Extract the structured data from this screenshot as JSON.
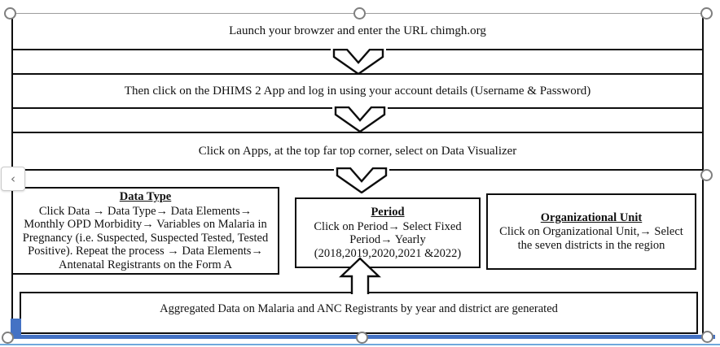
{
  "colors": {
    "accent_blue": "#4472C4",
    "light_blue": "#6FA8DC",
    "handle_gray": "#7f7f7f"
  },
  "nav": {
    "prev_icon": "‹"
  },
  "flowchart": {
    "steps": [
      {
        "text": "Launch your browzer and enter the URL chimgh.org"
      },
      {
        "text": "Then click on the DHIMS 2 App and log in using your account details (Username & Password)"
      },
      {
        "text": "Click on Apps, at the top far top corner, select on Data Visualizer"
      }
    ],
    "parameters": [
      {
        "title": "Data Type",
        "text": "Click Data → Data Type→ Data Elements→ Monthly OPD Morbidity→ Variables on Malaria in Pregnancy (i.e. Suspected, Suspected Tested, Tested Positive). Repeat the process → Data Elements→ Antenatal Registrants on the Form A"
      },
      {
        "title": "Period",
        "text": "Click on Period→ Select Fixed Period→ Yearly (2018,2019,2020,2021 &2022)"
      },
      {
        "title": "Organizational Unit",
        "text": "Click on Organizational Unit,→ Select the seven districts in the region"
      }
    ],
    "result": {
      "text": "Aggregated Data on Malaria and ANC Registrants by year and district are generated"
    }
  }
}
